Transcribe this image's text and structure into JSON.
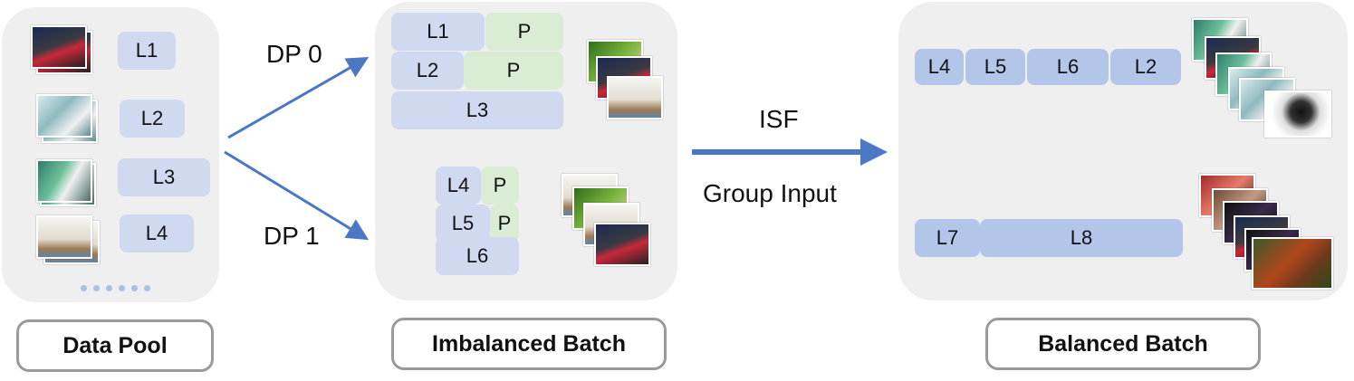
{
  "data_pool": {
    "items": [
      {
        "label": "L1",
        "image": "basketball"
      },
      {
        "label": "L2",
        "image": "magazine"
      },
      {
        "label": "L3",
        "image": "book-cover"
      },
      {
        "label": "L4",
        "image": "room"
      }
    ],
    "caption": "Data Pool"
  },
  "arrows": {
    "dp0": "DP 0",
    "dp1": "DP 1",
    "isf": "ISF",
    "group_input": "Group Input"
  },
  "imbalanced": {
    "caption": "Imbalanced Batch",
    "dp0_rows": [
      {
        "label": "L1",
        "pad": "P"
      },
      {
        "label": "L2",
        "pad": "P"
      },
      {
        "label": "L3"
      }
    ],
    "dp1_rows": [
      {
        "label": "L4",
        "pad": "P"
      },
      {
        "label": "L5",
        "pad": "P"
      },
      {
        "label": "L6"
      }
    ]
  },
  "balanced": {
    "caption": "Balanced Batch",
    "row1": [
      "L4",
      "L5",
      "L6",
      "L2"
    ],
    "row2": [
      "L7",
      "L8"
    ]
  },
  "colors": {
    "label_chip": "#cfdaf1",
    "pad_chip": "#d9ecd4",
    "arrow": "#4a78c4",
    "panel": "#efefef"
  }
}
